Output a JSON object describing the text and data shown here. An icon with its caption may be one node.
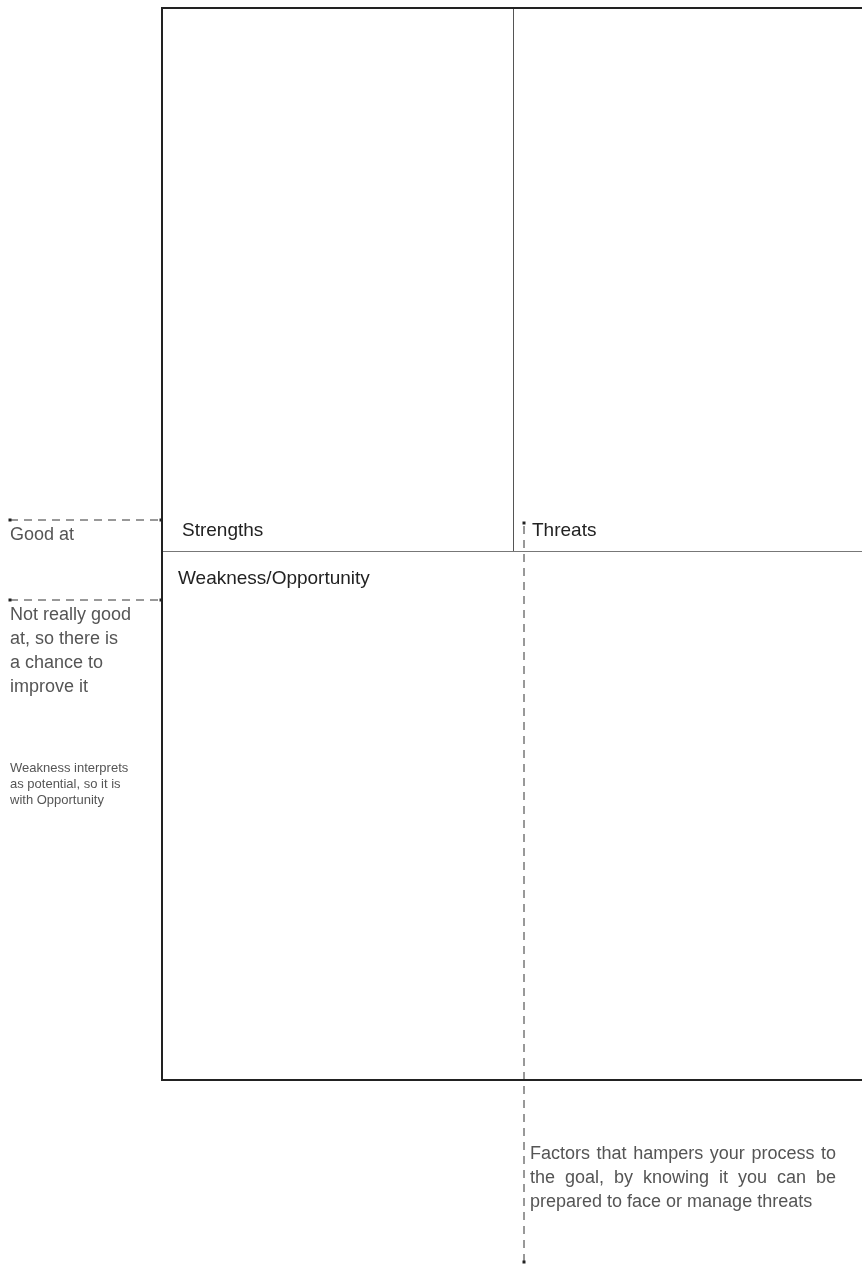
{
  "diagram": {
    "nodes": [
      {
        "text": [
          "Strengths"
        ]
      },
      {
        "text": [
          "Threats"
        ]
      },
      {
        "text": [
          "Weakness/Opportunity"
        ]
      },
      {
        "text": [
          "Good at"
        ]
      },
      {
        "text": [
          "Not really good at, so there is a chance to improve it"
        ]
      },
      {
        "text": [
          "Factors that hampers your process to the goal, by knowing it you can be prepared to face or manage threats"
        ]
      }
    ],
    "edges": [
      {
        "from": 3,
        "to": 0,
        "arrow": "other",
        "style": "dashed"
      },
      {
        "from": 4,
        "to": 2,
        "arrow": "other",
        "style": "dashed"
      },
      {
        "from": 5,
        "to": 1,
        "arrow": "other",
        "style": "dashed"
      }
    ],
    "labels": [
      "Weakness interprets as potential, so it is with Opportunity"
    ]
  }
}
